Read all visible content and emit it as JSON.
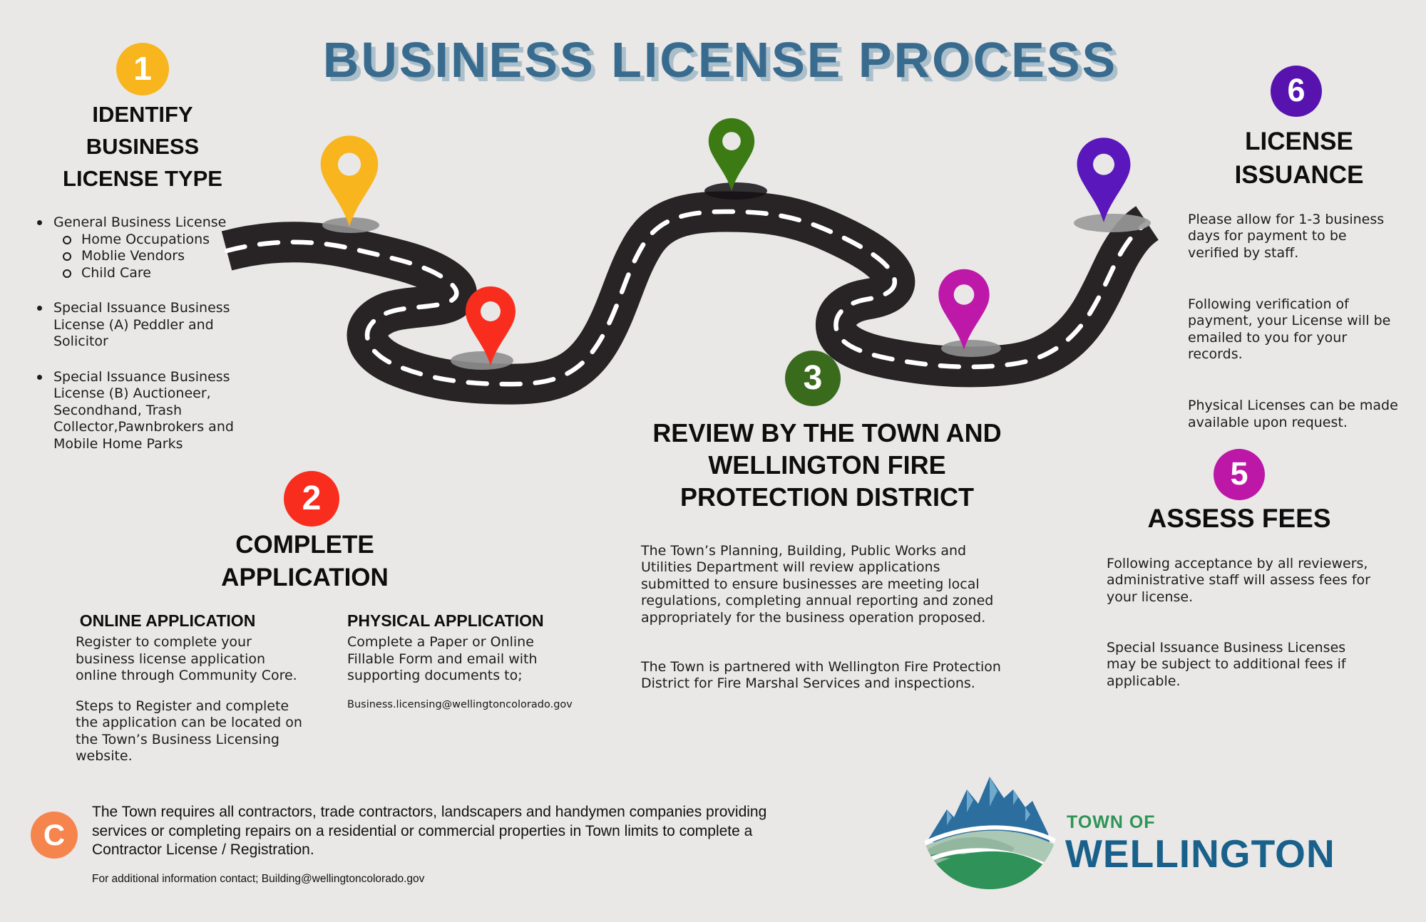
{
  "title": "BUSINESS LICENSE PROCESS",
  "steps": {
    "s1": {
      "num": "1",
      "color": "#F8B51D",
      "heading": "IDENTIFY\nBUSINESS\nLICENSE TYPE",
      "items": [
        {
          "label": "General Business License",
          "subs": [
            "Home Occupations",
            "Moblie Vendors",
            "Child Care"
          ]
        },
        {
          "label": "Special Issuance Business\nLicense (A) Peddler and Solicitor"
        },
        {
          "label": "Special Issuance Business\nLicense (B) Auctioneer,\nSecondhand, Trash\nCollector,Pawnbrokers and\nMobile Home Parks"
        }
      ]
    },
    "s2": {
      "num": "2",
      "color": "#F92D1D",
      "heading": "COMPLETE\nAPPLICATION",
      "online": {
        "heading": "ONLINE APPLICATION",
        "para1": "Register to complete your\nbusiness license application\nonline through Community Core.",
        "para2": "Steps to Register and complete\nthe application can be located on\nthe Town’s Business Licensing\nwebsite."
      },
      "physical": {
        "heading": "PHYSICAL APPLICATION",
        "para1": "Complete a Paper or Online\nFillable Form and email with\nsupporting documents to;",
        "email": "Business.licensing@wellingtoncolorado.gov"
      }
    },
    "s3": {
      "num": "3",
      "color": "#3A6B1D",
      "heading": "REVIEW BY THE TOWN AND\nWELLINGTON FIRE\nPROTECTION DISTRICT",
      "para1": "The Town’s Planning, Building, Public Works and\nUtilities  Department will review applications\nsubmitted to ensure businesses are meeting local\nregulations, completing annual reporting and zoned\nappropriately for the business operation proposed.",
      "para2": "The Town is partnered with Wellington Fire Protection\nDistrict for Fire Marshal Services and inspections."
    },
    "s5": {
      "num": "5",
      "color": "#BC17A6",
      "heading": "ASSESS FEES",
      "para1": "Following acceptance by all reviewers,\nadministrative staff will assess fees for\nyour license.",
      "para2": "Special Issuance Business Licenses\nmay be subject to additional fees if\napplicable."
    },
    "s6": {
      "num": "6",
      "color": "#5813AF",
      "heading": "LICENSE\nISSUANCE",
      "para1": "Please allow for 1-3 business\ndays for payment to  be\nverified by staff.",
      "para2": "Following verification of\npayment, your License will be\nemailed to you for your\nrecords.",
      "para3": "Physical Licenses can be made\navailable upon request."
    }
  },
  "road": {
    "pins": [
      {
        "step": "1",
        "color": "#F8B51D"
      },
      {
        "step": "2",
        "color": "#F92D1D"
      },
      {
        "step": "3",
        "color": "#3C7A14"
      },
      {
        "step": "5",
        "color": "#BE18A9"
      },
      {
        "step": "6",
        "color": "#5A17BB"
      }
    ]
  },
  "footer": {
    "badge": "C",
    "badge_color": "#F5854D",
    "note": "The Town requires all contractors, trade contractors, landscapers and handymen companies providing\nservices or completing repairs on a residential or commercial properties in Town limits to complete a\nContractor License / Registration.",
    "contact": "For additional information contact; Building@wellingtoncolorado.gov",
    "logo_top": "TOWN OF",
    "logo_top_color": "#2E9556",
    "logo_name": "WELLINGTON",
    "logo_name_color": "#19618B"
  },
  "colors": {
    "background": "#E9E8E7",
    "road": "#282324",
    "road_line": "#FFFFFF",
    "title": "#396B8E",
    "title_shadow": "#ABBFCA",
    "text": "#1C1C1C"
  }
}
